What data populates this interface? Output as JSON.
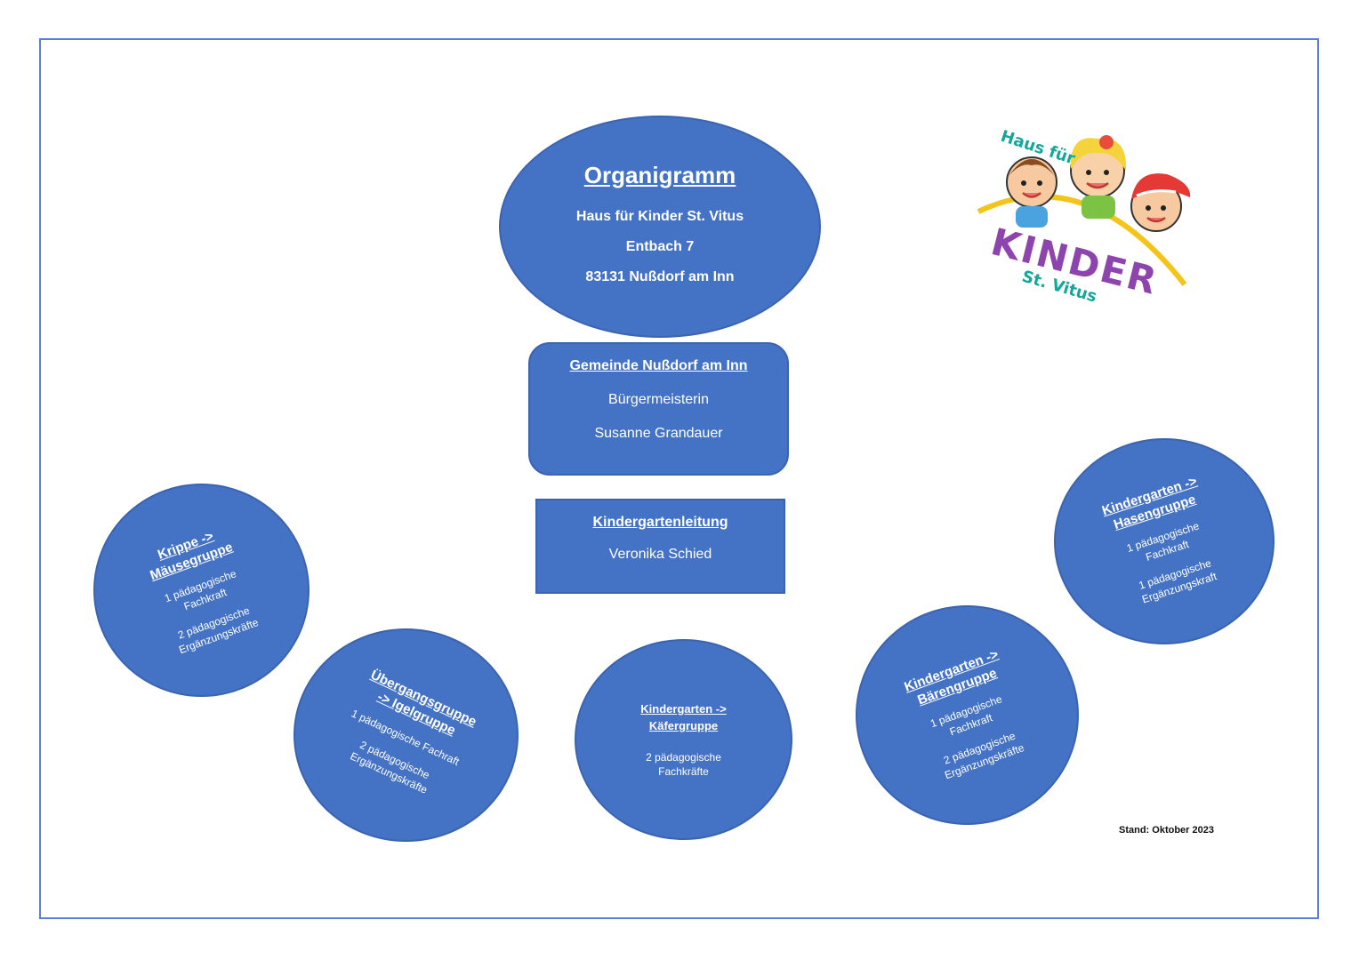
{
  "header": {
    "title": "Organigramm",
    "lines": [
      "Haus für Kinder St. Vitus",
      "Entbach 7",
      "83131 Nußdorf am Inn"
    ]
  },
  "gemeinde": {
    "title": "Gemeinde Nußdorf am Inn",
    "lines": [
      "Bürgermeisterin",
      "Susanne Grandauer"
    ]
  },
  "leitung": {
    "title": "Kindergartenleitung",
    "name": "Veronika Schied"
  },
  "groups": {
    "krippe": {
      "title": [
        "Krippe ->",
        "Mäusegruppe"
      ],
      "lines": [
        "1 pädagogische",
        "Fachkraft"
      ],
      "lines2": [
        "2 pädagogische",
        "Ergänzungskräfte"
      ]
    },
    "igel": {
      "title": [
        "Übergangsgruppe",
        "-> Igelgruppe"
      ],
      "lines": [
        "1 pädagogische Fachraft"
      ],
      "lines2": [
        "2 pädagogische",
        "Ergänzungskräfte"
      ]
    },
    "kaefer": {
      "title": [
        "Kindergarten ->",
        "Käfergruppe"
      ],
      "lines": [
        "2 pädagogische",
        "Fachkräfte"
      ]
    },
    "baeren": {
      "title": [
        "Kindergarten ->",
        "Bärengruppe"
      ],
      "lines": [
        "1 pädagogische",
        "Fachkraft"
      ],
      "lines2": [
        "2 pädagogische",
        "Ergänzungskräfte"
      ]
    },
    "hasen": {
      "title": [
        "Kindergarten ->",
        "Hasengruppe"
      ],
      "lines": [
        "1 pädagogische",
        "Fachkraft"
      ],
      "lines2": [
        "1 pädagogische",
        "Ergänzungskraft"
      ]
    }
  },
  "logo": {
    "top": "Haus für",
    "main": "KINDER",
    "sub": "St. Vitus"
  },
  "footer": {
    "stand": "Stand: Oktober 2023"
  },
  "colors": {
    "shape_fill": "#4472c4",
    "frame": "#5a7fd6"
  }
}
